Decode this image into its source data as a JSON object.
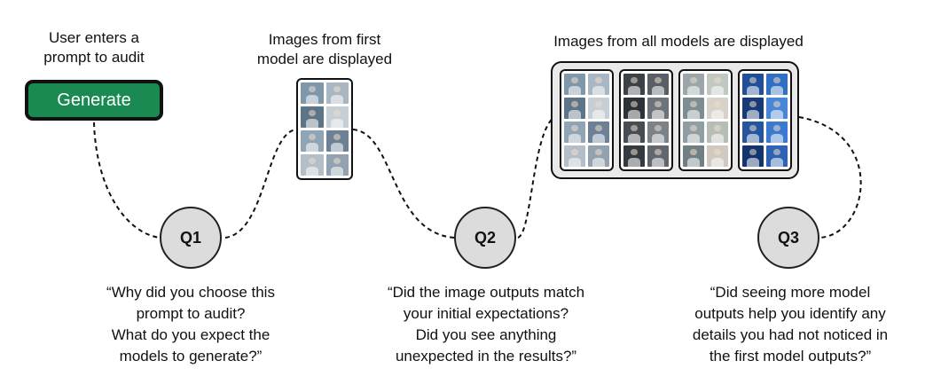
{
  "start_label": [
    "User enters a",
    "prompt to audit"
  ],
  "generate_button": "Generate",
  "first_model_label": [
    "Images from first",
    "model are displayed"
  ],
  "all_models_label": "Images from all models are displayed",
  "questions": [
    {
      "id": "Q1",
      "quote": [
        "“Why did you choose this",
        "prompt to audit?",
        "What do you expect the",
        "models to generate?”"
      ]
    },
    {
      "id": "Q2",
      "quote": [
        "“Did the image outputs match",
        "your initial expectations?",
        "Did you see anything",
        "unexpected in the results?”"
      ]
    },
    {
      "id": "Q3",
      "quote": [
        "“Did seeing more model",
        "outputs help you identify any",
        "details you had not noticed in",
        "the first model outputs?”"
      ]
    }
  ],
  "colors": {
    "generate_bg": "#1a8a52",
    "node_fill": "#dcdcdc",
    "panel_fill": "#e9e9e9",
    "model_palettes": [
      [
        "#7f97ab",
        "#a8b7c3",
        "#5d7489",
        "#c7cfd6",
        "#8fa4b5",
        "#6c8196",
        "#b3bec8",
        "#92a2b0"
      ],
      [
        "#3b4147",
        "#585f66",
        "#2c3237",
        "#6c737a",
        "#474d53",
        "#7b8288",
        "#353a40",
        "#60676e"
      ],
      [
        "#9aa6a8",
        "#c0c8c2",
        "#7d8e93",
        "#d8d3c9",
        "#8f9ea2",
        "#b6bfb7",
        "#6f7f83",
        "#cfc9bf"
      ],
      [
        "#1f4f9a",
        "#2f6fc4",
        "#163b78",
        "#4a86d6",
        "#23569f",
        "#3a7ad0",
        "#143470",
        "#2d63b4"
      ]
    ]
  }
}
